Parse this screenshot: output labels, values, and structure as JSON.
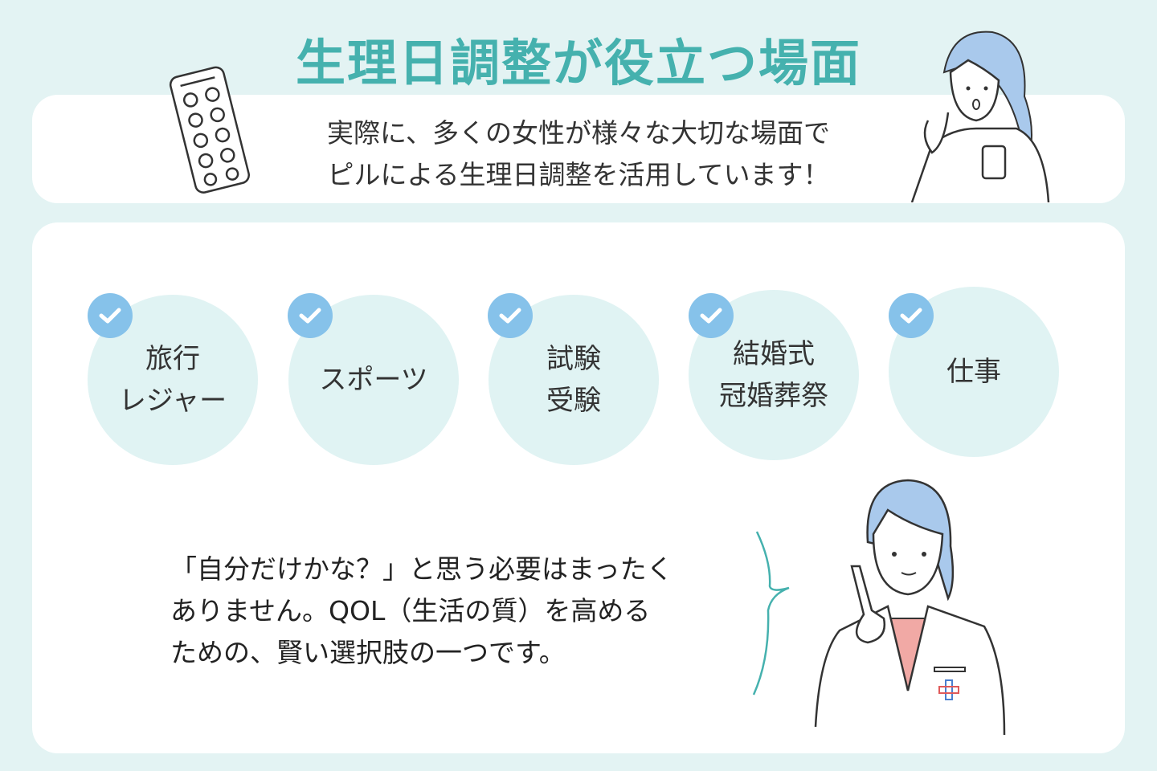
{
  "title": "生理日調整が役立つ場面",
  "intro": [
    "実際に、多くの女性が様々な大切な場面で",
    "ピルによる生理日調整を活用しています！"
  ],
  "scenes": [
    {
      "lines": [
        "旅行",
        "レジャー"
      ]
    },
    {
      "lines": [
        "スポーツ"
      ]
    },
    {
      "lines": [
        "試験",
        "受験"
      ]
    },
    {
      "lines": [
        "結婚式",
        "冠婚葬祭"
      ]
    },
    {
      "lines": [
        "仕事"
      ]
    }
  ],
  "message": [
    "「自分だけかな？」と思う必要はまったく",
    "ありません。QOL（生活の質）を高める",
    "ための、賢い選択肢の一つです。"
  ],
  "colors": {
    "accent": "#45b1ae",
    "background": "#e3f3f3",
    "circle": "#e0f3f3",
    "badge": "#86c2ea"
  }
}
